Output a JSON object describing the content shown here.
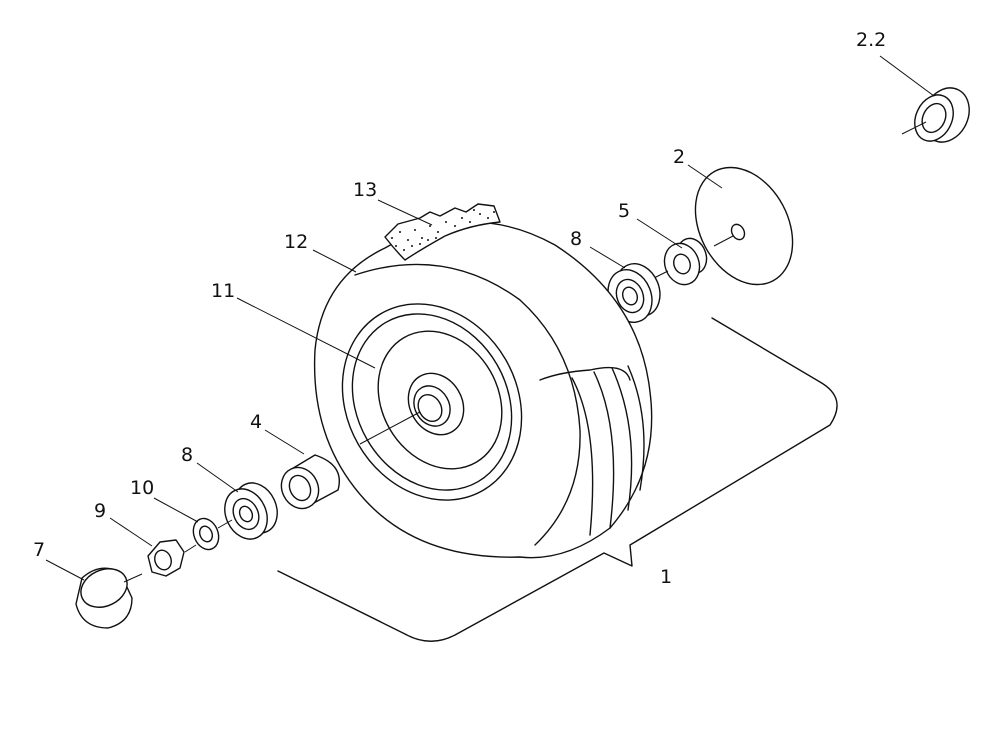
{
  "figure": {
    "callouts": [
      {
        "id": "c-2-2",
        "label": "2.2"
      },
      {
        "id": "c-2",
        "label": "2"
      },
      {
        "id": "c-5",
        "label": "5"
      },
      {
        "id": "c-8a",
        "label": "8"
      },
      {
        "id": "c-13",
        "label": "13"
      },
      {
        "id": "c-12",
        "label": "12"
      },
      {
        "id": "c-11",
        "label": "11"
      },
      {
        "id": "c-4",
        "label": "4"
      },
      {
        "id": "c-8b",
        "label": "8"
      },
      {
        "id": "c-10",
        "label": "10"
      },
      {
        "id": "c-9",
        "label": "9"
      },
      {
        "id": "c-7",
        "label": "7"
      },
      {
        "id": "c-1",
        "label": "1"
      }
    ]
  }
}
